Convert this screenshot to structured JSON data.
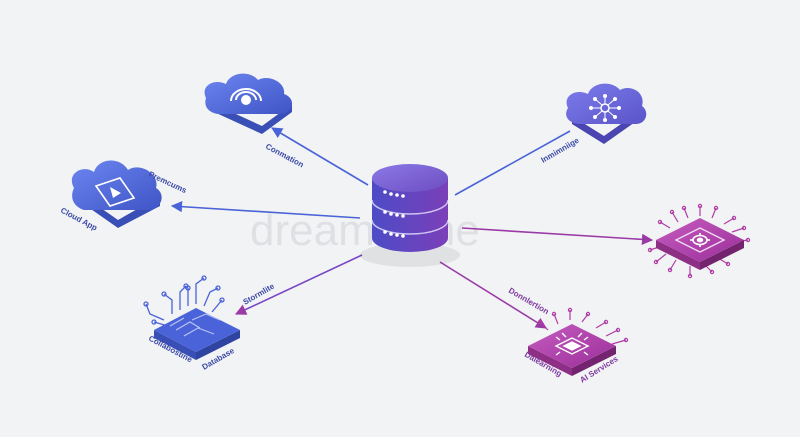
{
  "colors": {
    "background": "#f2f3f4",
    "blue": "#4a63d8",
    "blue_dark": "#3a4fb6",
    "blue_light": "#6c86f0",
    "purple": "#7a48c6",
    "magenta": "#b03ca6",
    "magenta_dark": "#8e2f86",
    "label_blue": "#3a4aa8",
    "label_purple": "#7e3aa0"
  },
  "hub": {
    "icon": "database-icon"
  },
  "nodes": {
    "top_left_cloud": {
      "icon": "signal-icon",
      "label": "Conmation"
    },
    "top_right_cloud": {
      "icon": "neural-network-icon",
      "label": "Inmimniige"
    },
    "left_cloud": {
      "icon": "video-play-icon",
      "label_top": "Premcums",
      "label_bottom": "Cloud App"
    },
    "bottom_left_chip": {
      "icon": "circuit-icon",
      "label_top": "Stormlite",
      "label_left": "Collabostine",
      "label_right": "Database"
    },
    "right_chip": {
      "icon": "gear-chip-icon"
    },
    "bottom_right_chip": {
      "icon": "ai-chip-icon",
      "label_top": "Donnlertion",
      "label_left": "Dalearning",
      "label_right": "AI Services"
    }
  },
  "watermark": "dreamstime"
}
